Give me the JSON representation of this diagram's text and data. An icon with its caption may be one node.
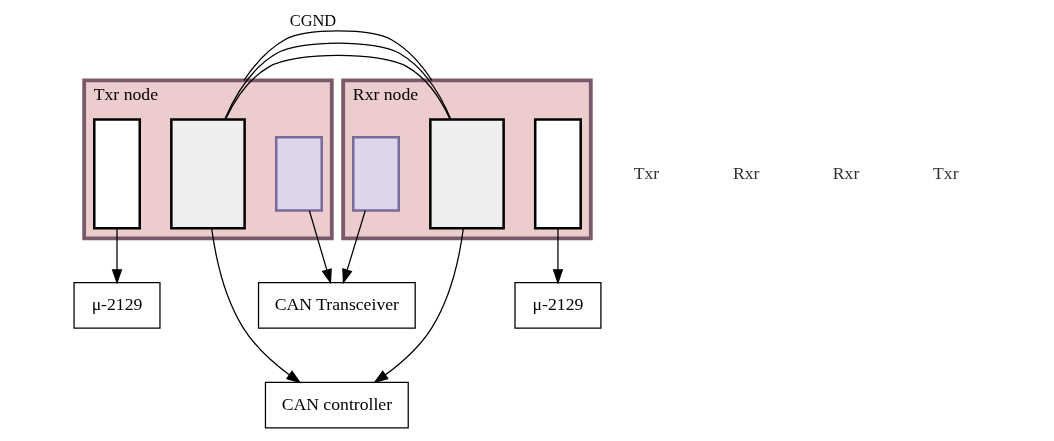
{
  "diagram": {
    "nodes": [
      {
        "text": [
          "Txr node"
        ]
      },
      {
        "text": [],
        "shape": "box",
        "in": 0
      },
      {
        "text": [],
        "shape": "box",
        "in": 0
      },
      {
        "text": [],
        "shape": "box",
        "in": 0
      },
      {
        "text": [
          "Rxr node"
        ]
      },
      {
        "text": [],
        "shape": "box",
        "in": 4
      },
      {
        "text": [],
        "shape": "box",
        "in": 4
      },
      {
        "text": [],
        "shape": "box",
        "in": 4
      },
      {
        "text": [
          "CAN Transceiver"
        ]
      },
      {
        "text": [
          "CAN controller"
        ]
      },
      {
        "text": [
          "μ-2129"
        ]
      },
      {
        "text": [
          "μ-2129"
        ]
      }
    ],
    "edges": [
      {
        "from": 2,
        "to": 6,
        "arrow": "none"
      },
      {
        "from": 2,
        "to": 6,
        "arrow": "none"
      },
      {
        "from": 0,
        "to": 4,
        "arrow": "none",
        "label": "CGND"
      },
      {
        "from": 1,
        "to": 10,
        "arrow": "to"
      },
      {
        "from": 2,
        "to": 9,
        "arrow": "to"
      },
      {
        "from": 3,
        "to": 8,
        "arrow": "to"
      },
      {
        "from": 5,
        "to": 8,
        "arrow": "to"
      },
      {
        "from": 6,
        "to": 9,
        "arrow": "to"
      },
      {
        "from": 7,
        "to": 11,
        "arrow": "to"
      }
    ],
    "labels": [
      "Txr",
      "Rxr",
      "Rxr",
      "Txr"
    ]
  }
}
